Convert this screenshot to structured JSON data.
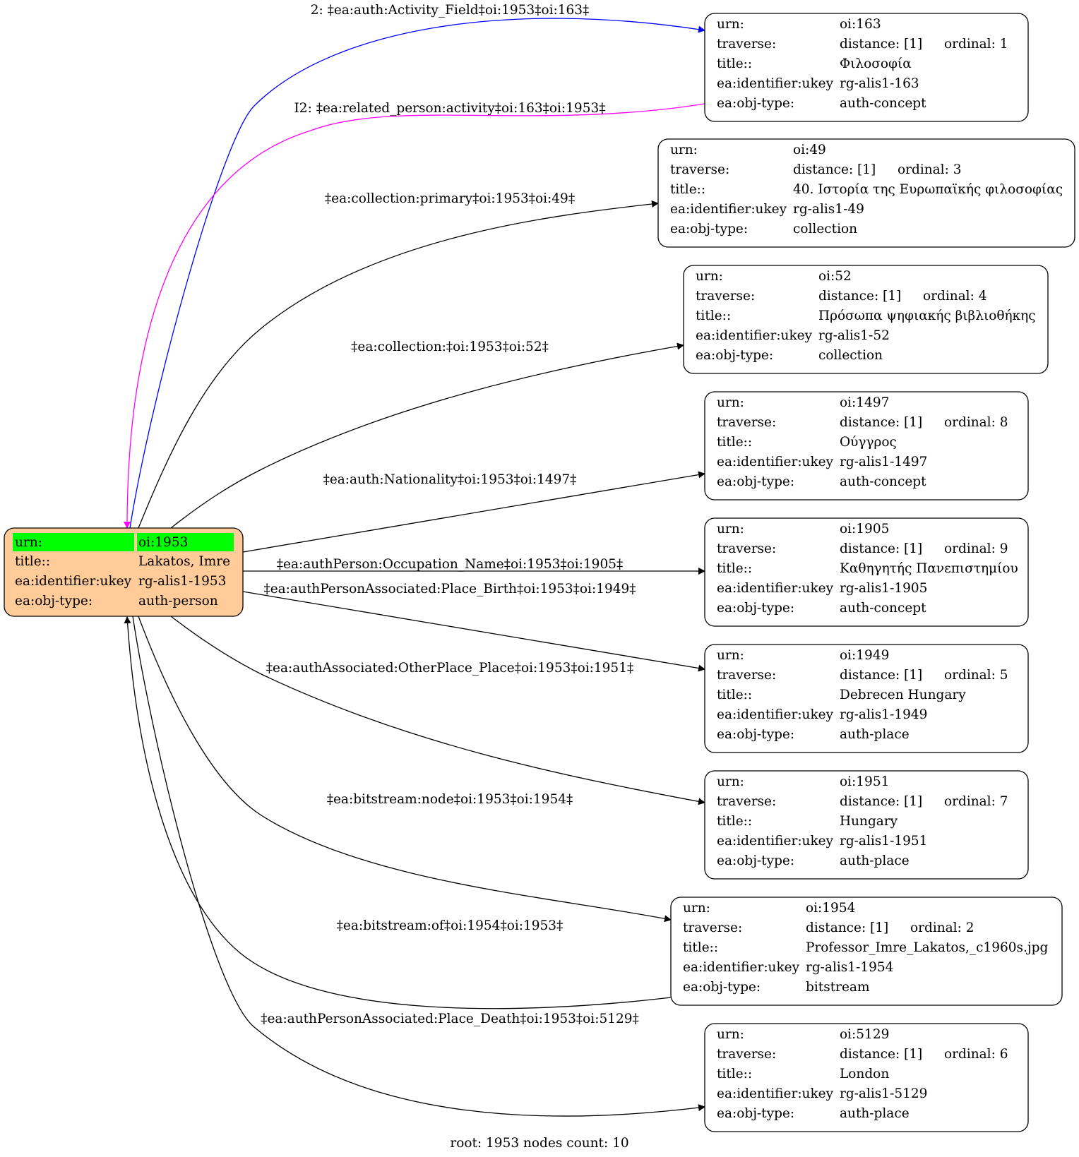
{
  "colors": {
    "root_fill": "#ffcc99",
    "highlight": "#00ff00",
    "edge_default": "#000000",
    "edge_blue": "#0000ff",
    "edge_magenta": "#ff00ff"
  },
  "root": {
    "rows": [
      {
        "key": "urn:",
        "val": "oi:1953"
      },
      {
        "key": "title::",
        "val": "Lakatos, Imre"
      },
      {
        "key": "ea:identifier:ukey",
        "val": "rg-alis1-1953"
      },
      {
        "key": "ea:obj-type:",
        "val": "auth-person"
      }
    ]
  },
  "nodes": [
    {
      "urn_key": "urn:",
      "urn": "oi:163",
      "traverse_key": "traverse:",
      "distance": "distance: [1]",
      "ordinal": "ordinal: 1",
      "title_key": "title::",
      "title": "Φιλοσοφία",
      "ukey_key": "ea:identifier:ukey",
      "ukey": "rg-alis1-163",
      "type_key": "ea:obj-type:",
      "type": "auth-concept"
    },
    {
      "urn_key": "urn:",
      "urn": "oi:49",
      "traverse_key": "traverse:",
      "distance": "distance: [1]",
      "ordinal": "ordinal: 3",
      "title_key": "title::",
      "title": "40. Ιστορία της Ευρωπαϊκής φιλοσοφίας",
      "ukey_key": "ea:identifier:ukey",
      "ukey": "rg-alis1-49",
      "type_key": "ea:obj-type:",
      "type": "collection"
    },
    {
      "urn_key": "urn:",
      "urn": "oi:52",
      "traverse_key": "traverse:",
      "distance": "distance: [1]",
      "ordinal": "ordinal: 4",
      "title_key": "title::",
      "title": "Πρόσωπα ψηφιακής βιβλιοθήκης",
      "ukey_key": "ea:identifier:ukey",
      "ukey": "rg-alis1-52",
      "type_key": "ea:obj-type:",
      "type": "collection"
    },
    {
      "urn_key": "urn:",
      "urn": "oi:1497",
      "traverse_key": "traverse:",
      "distance": "distance: [1]",
      "ordinal": "ordinal: 8",
      "title_key": "title::",
      "title": "Ούγγρος",
      "ukey_key": "ea:identifier:ukey",
      "ukey": "rg-alis1-1497",
      "type_key": "ea:obj-type:",
      "type": "auth-concept"
    },
    {
      "urn_key": "urn:",
      "urn": "oi:1905",
      "traverse_key": "traverse:",
      "distance": "distance: [1]",
      "ordinal": "ordinal: 9",
      "title_key": "title::",
      "title": "Καθηγητής Πανεπιστημίου",
      "ukey_key": "ea:identifier:ukey",
      "ukey": "rg-alis1-1905",
      "type_key": "ea:obj-type:",
      "type": "auth-concept"
    },
    {
      "urn_key": "urn:",
      "urn": "oi:1949",
      "traverse_key": "traverse:",
      "distance": "distance: [1]",
      "ordinal": "ordinal: 5",
      "title_key": "title::",
      "title": "Debrecen Hungary",
      "ukey_key": "ea:identifier:ukey",
      "ukey": "rg-alis1-1949",
      "type_key": "ea:obj-type:",
      "type": "auth-place"
    },
    {
      "urn_key": "urn:",
      "urn": "oi:1951",
      "traverse_key": "traverse:",
      "distance": "distance: [1]",
      "ordinal": "ordinal: 7",
      "title_key": "title::",
      "title": "Hungary",
      "ukey_key": "ea:identifier:ukey",
      "ukey": "rg-alis1-1951",
      "type_key": "ea:obj-type:",
      "type": "auth-place"
    },
    {
      "urn_key": "urn:",
      "urn": "oi:1954",
      "traverse_key": "traverse:",
      "distance": "distance: [1]",
      "ordinal": "ordinal: 2",
      "title_key": "title::",
      "title": "Professor_Imre_Lakatos,_c1960s.jpg",
      "ukey_key": "ea:identifier:ukey",
      "ukey": "rg-alis1-1954",
      "type_key": "ea:obj-type:",
      "type": "bitstream"
    },
    {
      "urn_key": "urn:",
      "urn": "oi:5129",
      "traverse_key": "traverse:",
      "distance": "distance: [1]",
      "ordinal": "ordinal: 6",
      "title_key": "title::",
      "title": "London",
      "ukey_key": "ea:identifier:ukey",
      "ukey": "rg-alis1-5129",
      "type_key": "ea:obj-type:",
      "type": "auth-place"
    }
  ],
  "edges": [
    "2: ‡ea:auth:Activity_Field‡oi:1953‡oi:163‡",
    "I2: ‡ea:related_person:activity‡oi:163‡oi:1953‡",
    "‡ea:collection:primary‡oi:1953‡oi:49‡",
    "‡ea:collection:‡oi:1953‡oi:52‡",
    "‡ea:auth:Nationality‡oi:1953‡oi:1497‡",
    "‡ea:authPerson:Occupation_Name‡oi:1953‡oi:1905‡",
    "‡ea:authPersonAssociated:Place_Birth‡oi:1953‡oi:1949‡",
    "‡ea:authAssociated:OtherPlace_Place‡oi:1953‡oi:1951‡",
    "‡ea:bitstream:node‡oi:1953‡oi:1954‡",
    "‡ea:bitstream:of‡oi:1954‡oi:1953‡",
    "‡ea:authPersonAssociated:Place_Death‡oi:1953‡oi:5129‡"
  ],
  "footer": "root: 1953 nodes count: 10"
}
